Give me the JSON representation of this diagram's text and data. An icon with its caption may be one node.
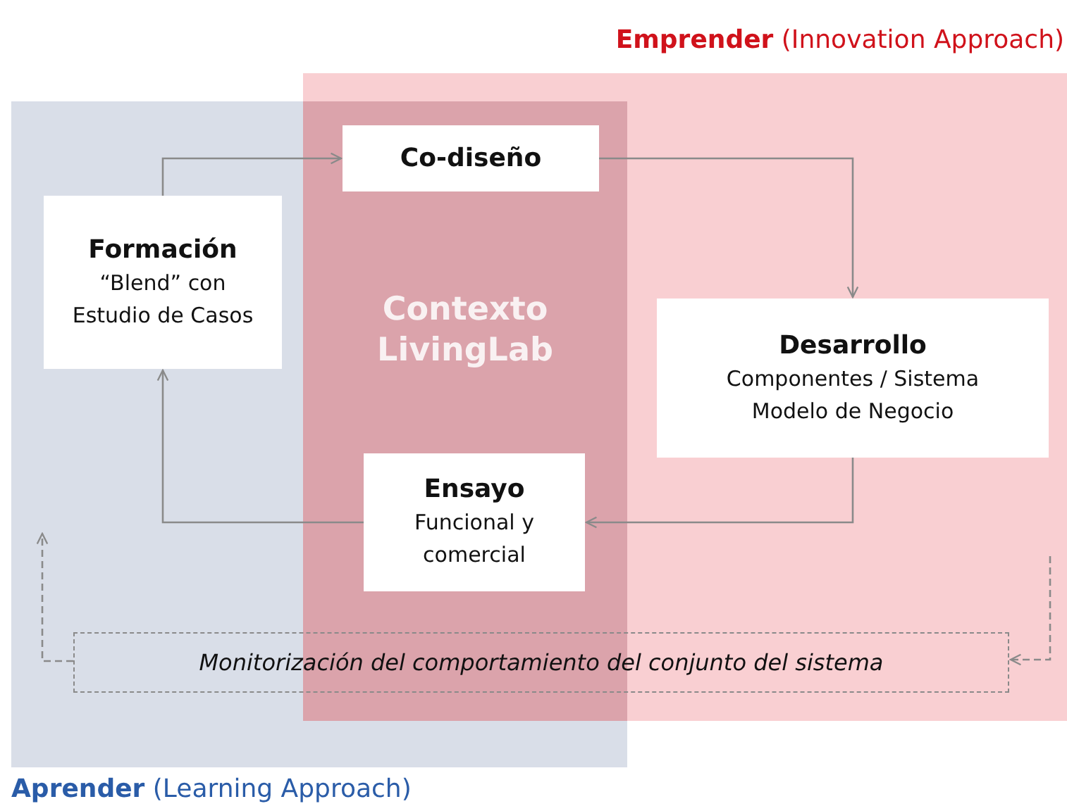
{
  "diagram": {
    "nodes": [
      {
        "text": [
          "**Emprender** (Innovation Approach)"
        ]
      },
      {
        "text": [
          "**Aprender** (Learning Approach)"
        ]
      },
      {
        "text": [
          "Contexto LivingLab"
        ]
      },
      {
        "text": [
          "Formación",
          "“Blend” con Estudio de Casos"
        ],
        "in": 1
      },
      {
        "text": [
          "Co-diseño"
        ],
        "in": 2
      },
      {
        "text": [
          "Desarrollo",
          "Componentes / Sistema",
          "Modelo de Negocio"
        ],
        "in": 0
      },
      {
        "text": [
          "Ensayo",
          "Funcional y comercial"
        ],
        "in": 2
      },
      {
        "text": [
          "Monitorización del comportamiento del conjunto del sistema"
        ]
      }
    ],
    "edges": [
      {
        "from": 3,
        "to": 4,
        "arrow": "to"
      },
      {
        "from": 4,
        "to": 5,
        "arrow": "to"
      },
      {
        "from": 5,
        "to": 6,
        "arrow": "to"
      },
      {
        "from": 6,
        "to": 3,
        "arrow": "to"
      },
      {
        "from": 0,
        "to": 7,
        "arrow": "to",
        "style": "dashed"
      },
      {
        "from": 7,
        "to": 1,
        "arrow": "to",
        "style": "dashed"
      }
    ]
  }
}
